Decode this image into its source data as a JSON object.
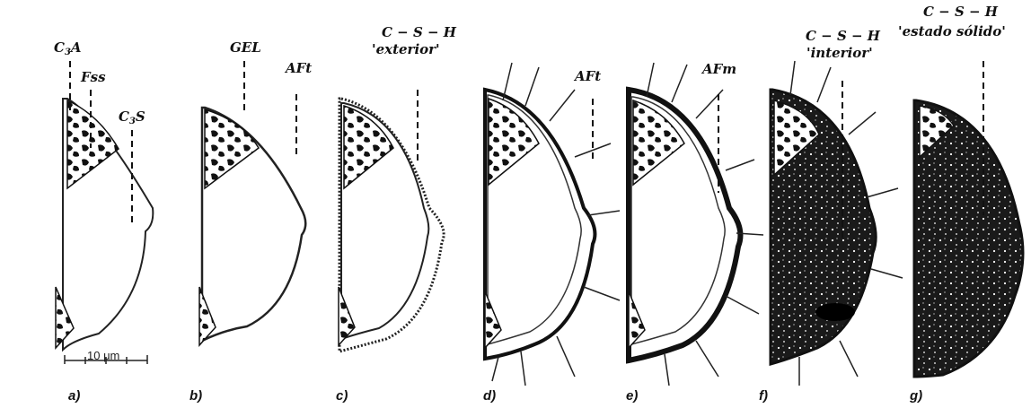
{
  "figure": {
    "panels": [
      {
        "id": "a",
        "caption": "a)",
        "labels": [
          "C3A",
          "Fss",
          "C3S"
        ]
      },
      {
        "id": "b",
        "caption": "b)",
        "labels": [
          "GEL",
          "AFt"
        ]
      },
      {
        "id": "c",
        "caption": "c)",
        "labels": [
          "C − S − H",
          "'exterior'"
        ]
      },
      {
        "id": "d",
        "caption": "d)",
        "labels": [
          "AFt"
        ]
      },
      {
        "id": "e",
        "caption": "e)",
        "labels": [
          "AFm"
        ]
      },
      {
        "id": "f",
        "caption": "f)",
        "labels": [
          "C − S − H",
          "'interior'"
        ]
      },
      {
        "id": "g",
        "caption": "g)",
        "labels": [
          "C − S − H",
          "'estado sólido'"
        ]
      }
    ],
    "scale_bar": "10 μm"
  },
  "labels": {
    "c3a_main": "C",
    "c3a_sub": "3",
    "c3a_end": "A",
    "fss": "Fss",
    "c3s_main": "C",
    "c3s_sub": "3",
    "c3s_end": "S",
    "gel": "GEL",
    "aft_b": "AFt",
    "csh_c": "C − S − H",
    "exterior": "'exterior'",
    "aft_d": "AFt",
    "afm": "AFm",
    "csh_f": "C − S − H",
    "interior": "'interior'",
    "csh_g": "C − S − H",
    "estado": "'estado sólido'"
  },
  "captions": {
    "a": "a)",
    "b": "b)",
    "c": "c)",
    "d": "d)",
    "e": "e)",
    "f": "f)",
    "g": "g)"
  }
}
